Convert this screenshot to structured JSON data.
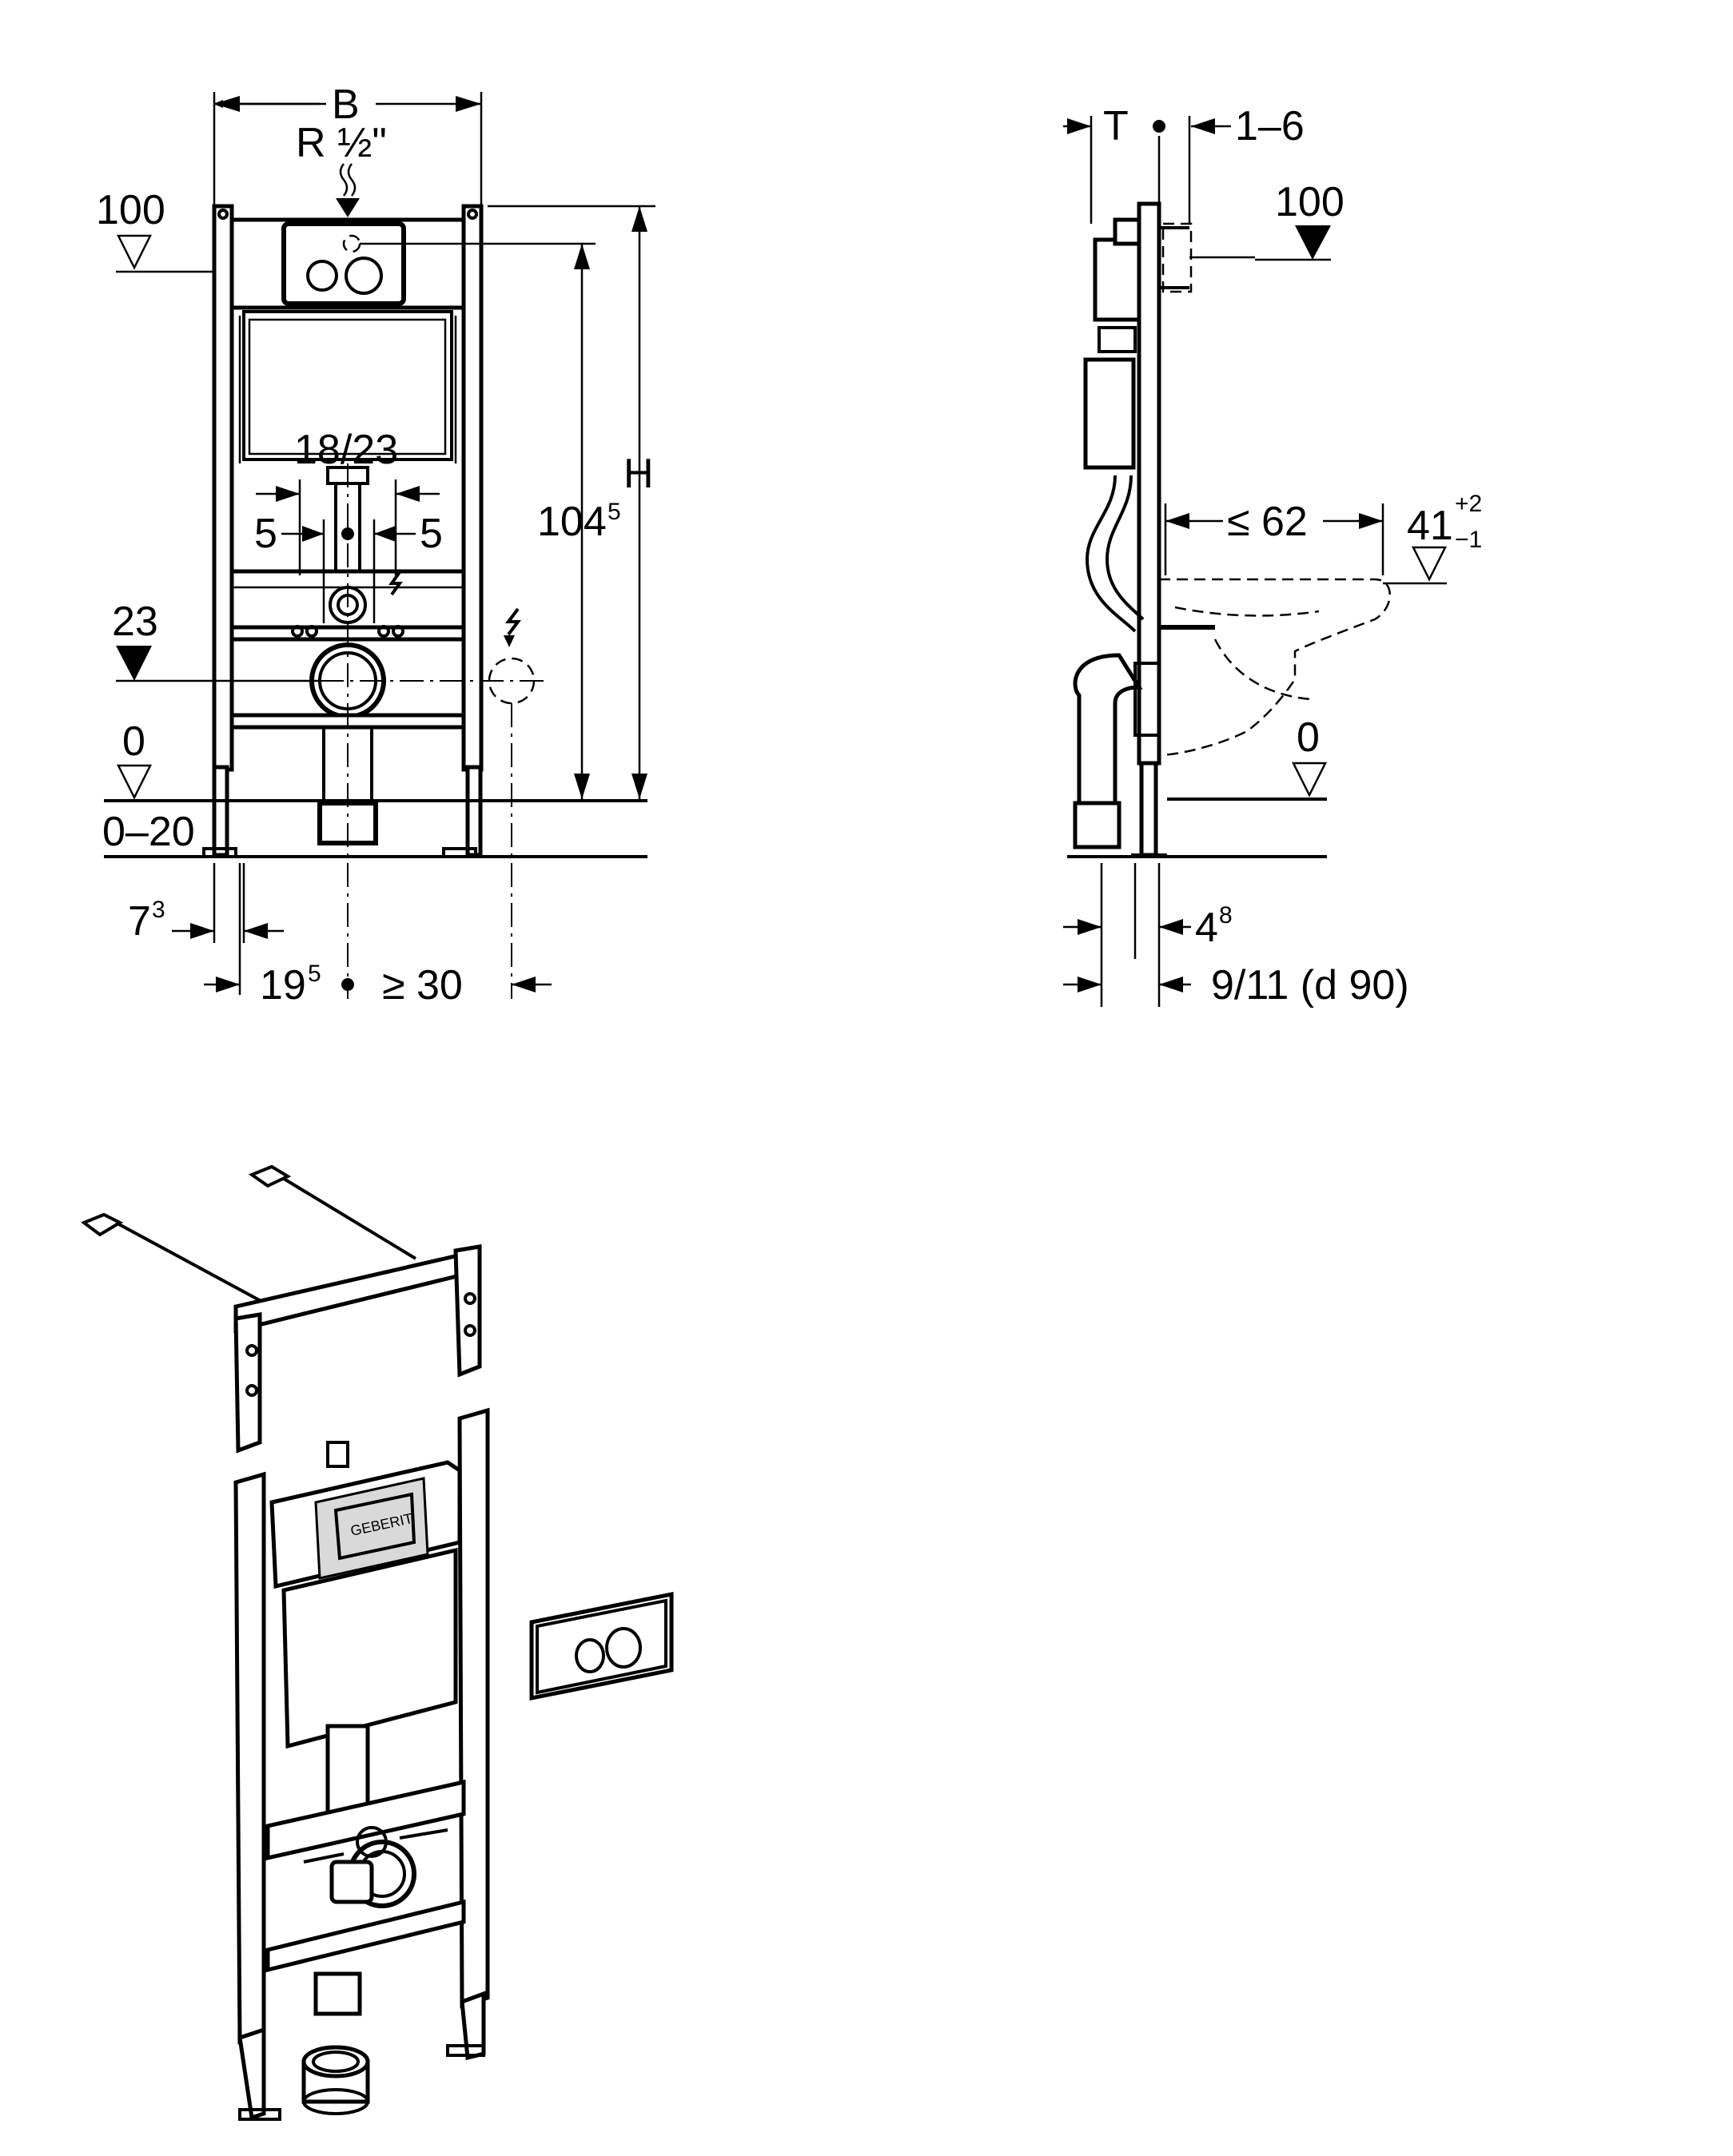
{
  "front_view": {
    "width_label": "B",
    "water_connection": "R ½\"",
    "level_top": "100",
    "level_mid": "23",
    "level_zero": "0",
    "floor_range": "0–20",
    "height_label": "H",
    "height_value": "104",
    "height_sup": "5",
    "pipe_spacing": "18/23",
    "offset_left": "5",
    "offset_right": "5",
    "frame_offset": "7",
    "frame_offset_sup": "3",
    "center_offset": "19",
    "center_offset_sup": "5",
    "min_distance": "≥ 30"
  },
  "side_view": {
    "depth_label": "T",
    "plate_range": "1–6",
    "level_top": "100",
    "projection": "≤ 62",
    "bowl_height": "41",
    "bowl_tol_plus": "+2",
    "bowl_tol_minus": "−1",
    "level_zero": "0",
    "wall_offset": "4",
    "wall_offset_sup": "8",
    "pipe_size": "9/11 (d 90)"
  },
  "iso_view": {
    "brand_label": "GEBERIT"
  }
}
